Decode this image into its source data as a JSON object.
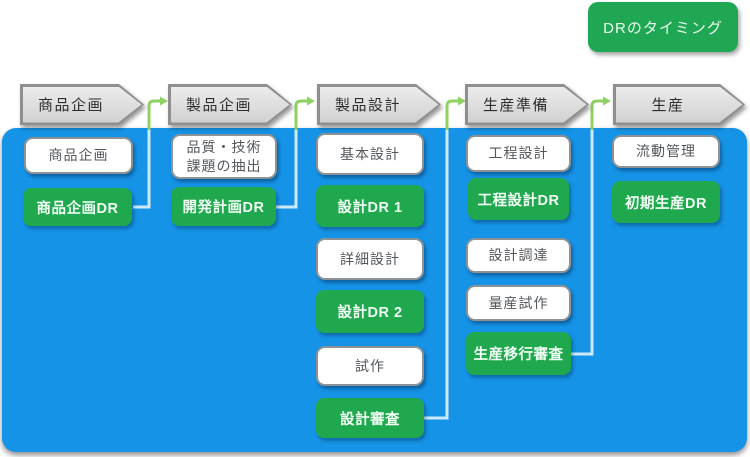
{
  "legend": {
    "label": "DRのタイミング"
  },
  "colors": {
    "panel_blue": "#1593e6",
    "dr_green": "#1fa84e",
    "legend_green": "#1fa753",
    "arrow_fill": "#dcdcdc",
    "arrow_border": "#8f8f8f",
    "connector_pale": "#cdeaf8",
    "connector_green": "#8fd163"
  },
  "phases": [
    {
      "arrow": "商品企画",
      "boxes": [
        {
          "type": "task",
          "label": "商品企画"
        },
        {
          "type": "dr",
          "label": "商品企画DR"
        }
      ]
    },
    {
      "arrow": "製品企画",
      "boxes": [
        {
          "type": "task",
          "label": "品質・技術\n課題の抽出"
        },
        {
          "type": "dr",
          "label": "開発計画DR"
        }
      ]
    },
    {
      "arrow": "製品設計",
      "boxes": [
        {
          "type": "task",
          "label": "基本設計"
        },
        {
          "type": "dr",
          "label": "設計DR 1"
        },
        {
          "type": "task",
          "label": "詳細設計"
        },
        {
          "type": "dr",
          "label": "設計DR 2"
        },
        {
          "type": "task",
          "label": "試作"
        },
        {
          "type": "dr",
          "label": "設計審査"
        }
      ]
    },
    {
      "arrow": "生産準備",
      "boxes": [
        {
          "type": "task",
          "label": "工程設計"
        },
        {
          "type": "dr",
          "label": "工程設計DR"
        },
        {
          "type": "task",
          "label": "設計調達"
        },
        {
          "type": "task",
          "label": "量産試作"
        },
        {
          "type": "dr",
          "label": "生産移行審査"
        }
      ]
    },
    {
      "arrow": "生産",
      "boxes": [
        {
          "type": "task",
          "label": "流動管理"
        },
        {
          "type": "dr",
          "label": "初期生産DR"
        }
      ]
    }
  ]
}
